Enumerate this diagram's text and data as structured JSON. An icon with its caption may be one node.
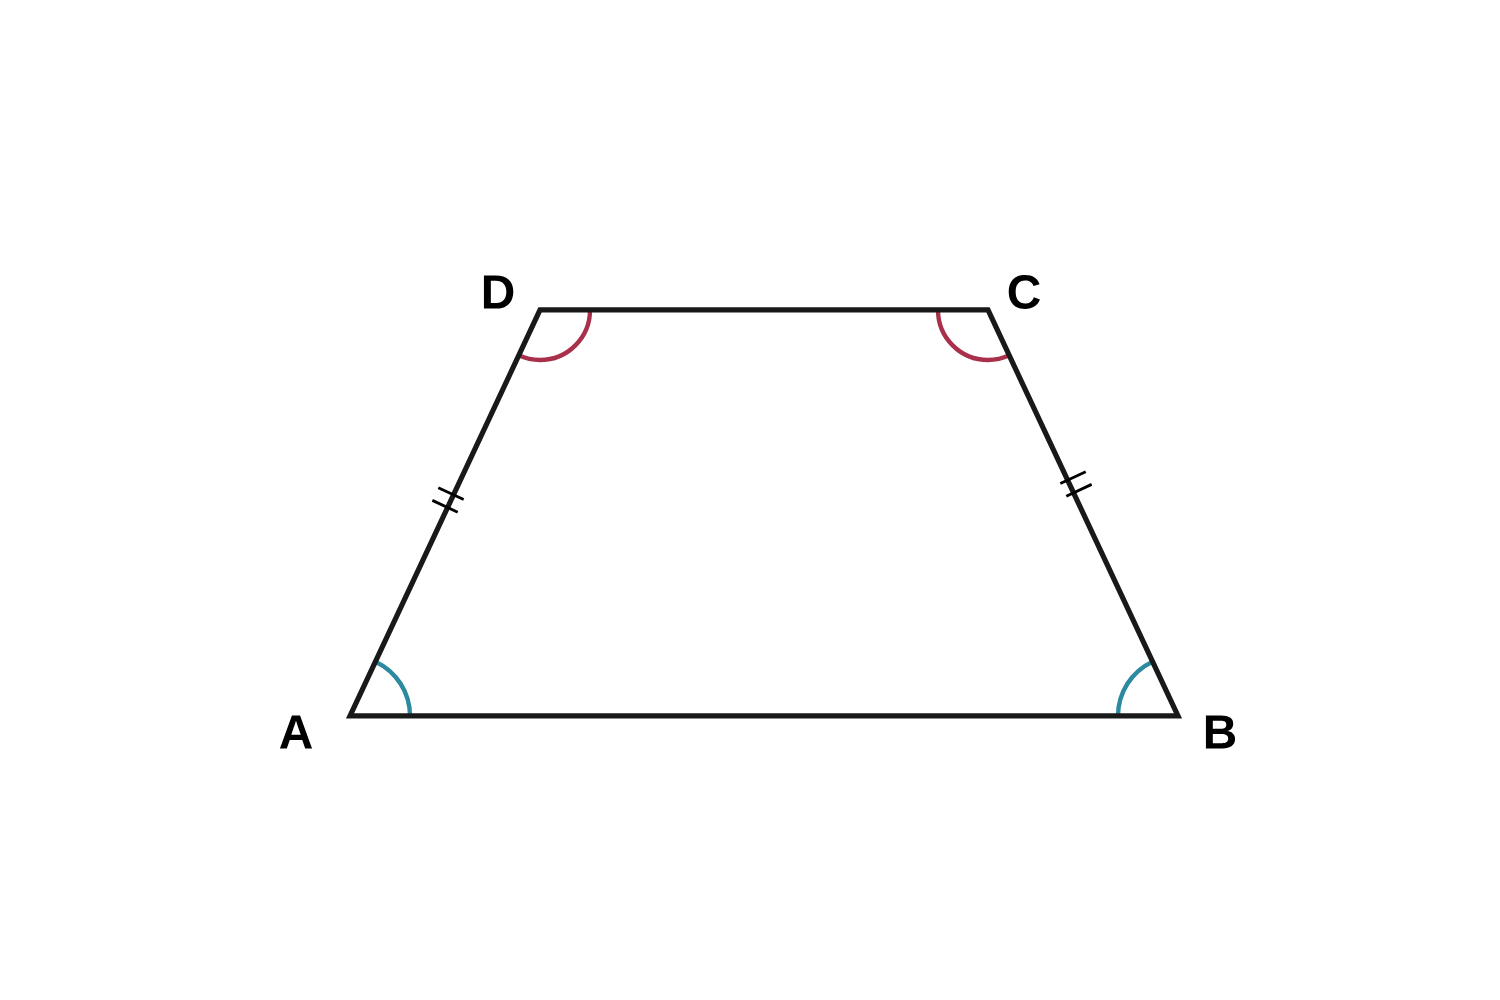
{
  "diagram": {
    "labels": [
      "D",
      "C",
      "A",
      "B"
    ]
  }
}
